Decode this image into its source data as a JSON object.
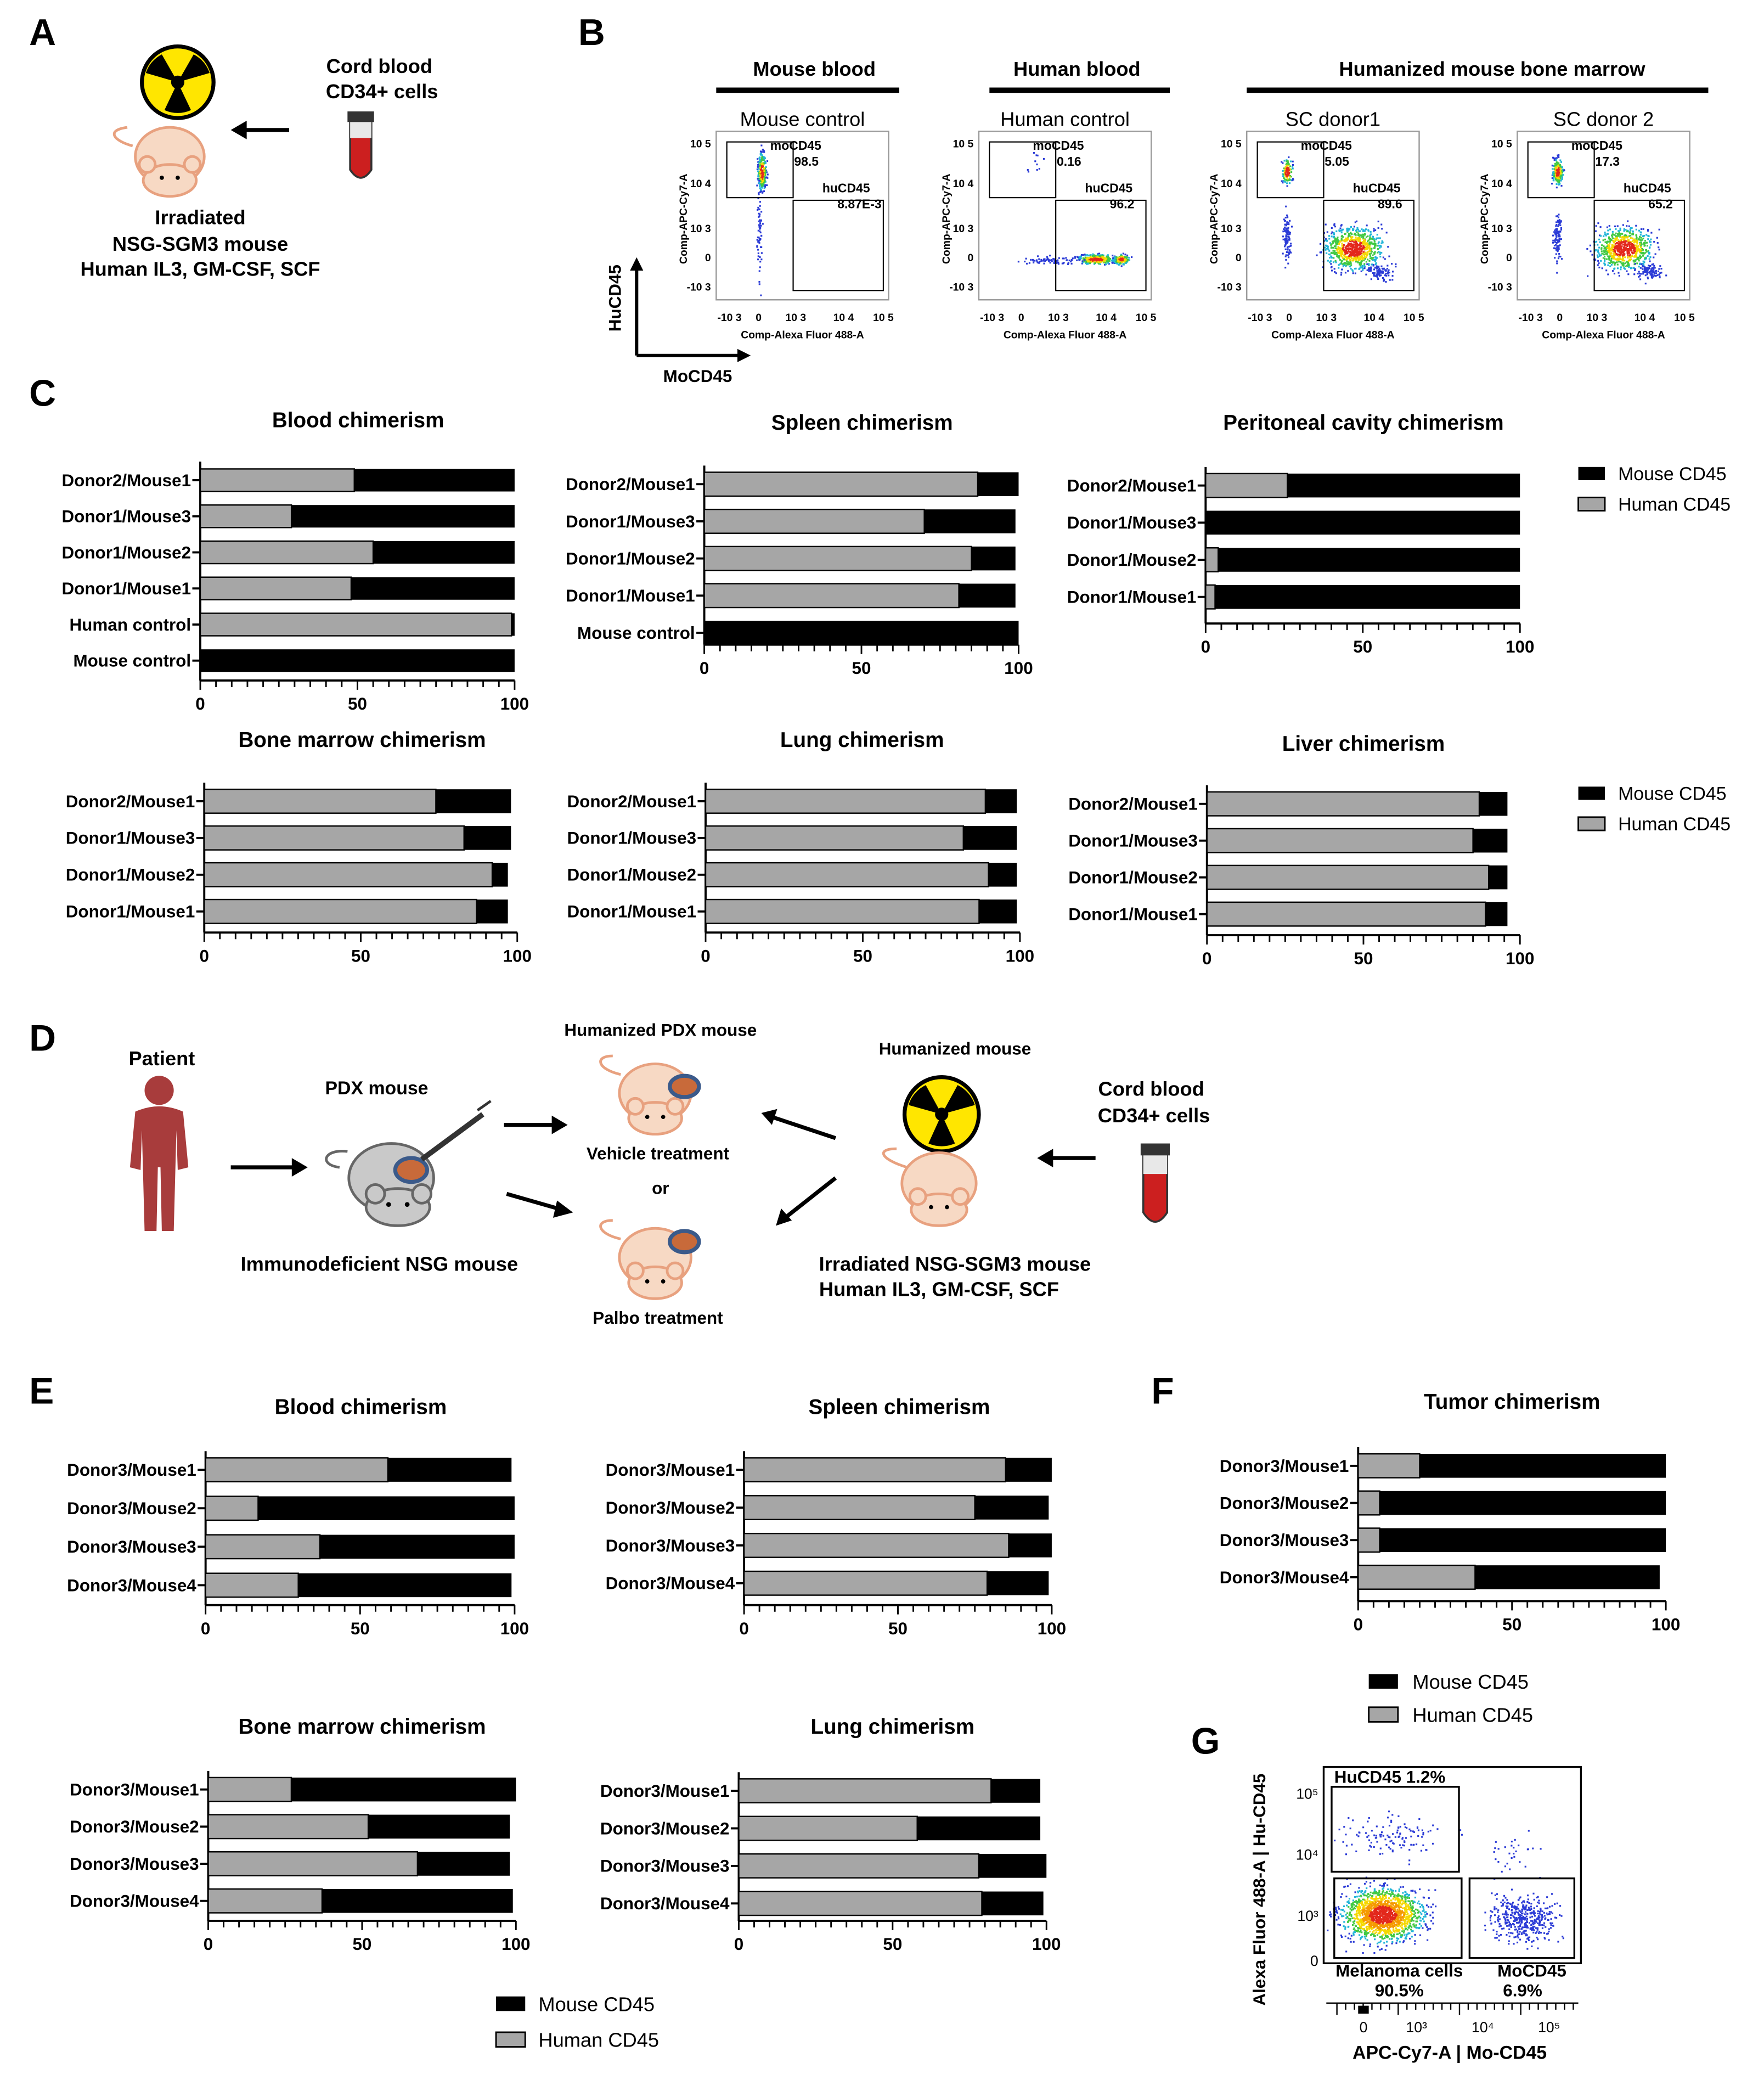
{
  "colors": {
    "human": "#a6a6a6",
    "mouse": "#000000",
    "mouse_skin": "#f7d9c4",
    "cord": "#cc1f1f",
    "patient": "#a83c3c",
    "tumor": "#c86a3a",
    "tumor_ring": "#3b5a8a",
    "gray_mouse": "#c9c9c9"
  },
  "panel_letters": [
    "A",
    "B",
    "C",
    "D",
    "E",
    "F",
    "G"
  ],
  "legend": {
    "mouse": "Mouse CD45",
    "human": "Human CD45"
  },
  "panelA": {
    "source_l1": "Cord blood",
    "source_l2": "CD34+ cells",
    "mouse_l1": "Irradiated",
    "mouse_l2": "NSG-SGM3 mouse",
    "mouse_l3": "Human IL3, GM-CSF, SCF"
  },
  "panelB": {
    "groups": [
      "Mouse blood",
      "Human blood",
      "Humanized mouse bone marrow"
    ],
    "plots": [
      {
        "title": "Mouse control",
        "mo_gate": "moCD45",
        "mo_val": "98.5",
        "hu_gate": "huCD45",
        "hu_val": "8.87E-3",
        "density": 0
      },
      {
        "title": "Human control",
        "mo_gate": "moCD45",
        "mo_val": "0.16",
        "hu_gate": "huCD45",
        "hu_val": "96.2",
        "density": 1
      },
      {
        "title": "SC donor1",
        "mo_gate": "moCD45",
        "mo_val": "5.05",
        "hu_gate": "huCD45",
        "hu_val": "89.6",
        "density": 2
      },
      {
        "title": "SC donor 2",
        "mo_gate": "moCD45",
        "mo_val": "17.3",
        "hu_gate": "huCD45",
        "hu_val": "65.2",
        "density": 2
      }
    ],
    "y_axis_label": "Comp-APC-Cy7-A",
    "x_axis_label": "Comp-Alexa Fluor 488-A",
    "y_ticks": [
      "10 5",
      "10 4",
      "10 3",
      "0",
      "-10 3"
    ],
    "x_ticks": [
      "-10 3",
      "0",
      "10 3",
      "10 4",
      "10 5"
    ],
    "hu_axis": "HuCD45",
    "mo_axis": "MoCD45"
  },
  "chart_data": [
    {
      "type": "bar",
      "id": "C1",
      "title": "Blood chimerism",
      "categories": [
        "Donor2/Mouse1",
        "Donor1/Mouse3",
        "Donor1/Mouse2",
        "Donor1/Mouse1",
        "Human control",
        "Mouse control"
      ],
      "series": [
        {
          "name": "Human CD45",
          "values": [
            49,
            29,
            55,
            48,
            99,
            0
          ]
        },
        {
          "name": "Mouse CD45",
          "values": [
            51,
            71,
            45,
            52,
            1,
            100
          ]
        }
      ],
      "xlim": [
        0,
        100
      ],
      "xticks": [
        "0",
        "50",
        "100"
      ]
    },
    {
      "type": "bar",
      "id": "C2",
      "title": "Spleen chimerism",
      "categories": [
        "Donor2/Mouse1",
        "Donor1/Mouse3",
        "Donor1/Mouse2",
        "Donor1/Mouse1",
        "Mouse control"
      ],
      "series": [
        {
          "name": "Human CD45",
          "values": [
            87,
            70,
            85,
            81,
            0
          ]
        },
        {
          "name": "Mouse CD45",
          "values": [
            13,
            29,
            14,
            18,
            100
          ]
        }
      ],
      "xlim": [
        0,
        100
      ],
      "xticks": [
        "0",
        "50",
        "100"
      ]
    },
    {
      "type": "bar",
      "id": "C3",
      "title": "Peritoneal cavity chimerism",
      "categories": [
        "Donor2/Mouse1",
        "Donor1/Mouse3",
        "Donor1/Mouse2",
        "Donor1/Mouse1"
      ],
      "series": [
        {
          "name": "Human CD45",
          "values": [
            26,
            0,
            4,
            3
          ]
        },
        {
          "name": "Mouse CD45",
          "values": [
            74,
            100,
            96,
            97
          ]
        }
      ],
      "xlim": [
        0,
        100
      ],
      "xticks": [
        "0",
        "50",
        "100"
      ]
    },
    {
      "type": "bar",
      "id": "C4",
      "title": "Bone marrow chimerism",
      "categories": [
        "Donor2/Mouse1",
        "Donor1/Mouse3",
        "Donor1/Mouse2",
        "Donor1/Mouse1"
      ],
      "series": [
        {
          "name": "Human CD45",
          "values": [
            74,
            83,
            92,
            87
          ]
        },
        {
          "name": "Mouse CD45",
          "values": [
            24,
            15,
            5,
            10
          ]
        }
      ],
      "xlim": [
        0,
        100
      ],
      "xticks": [
        "0",
        "50",
        "100"
      ]
    },
    {
      "type": "bar",
      "id": "C5",
      "title": "Lung chimerism",
      "categories": [
        "Donor2/Mouse1",
        "Donor1/Mouse3",
        "Donor1/Mouse2",
        "Donor1/Mouse1"
      ],
      "series": [
        {
          "name": "Human CD45",
          "values": [
            89,
            82,
            90,
            87
          ]
        },
        {
          "name": "Mouse CD45",
          "values": [
            10,
            17,
            9,
            12
          ]
        }
      ],
      "xlim": [
        0,
        100
      ],
      "xticks": [
        "0",
        "50",
        "100"
      ]
    },
    {
      "type": "bar",
      "id": "C6",
      "title": "Liver chimerism",
      "categories": [
        "Donor2/Mouse1",
        "Donor1/Mouse3",
        "Donor1/Mouse2",
        "Donor1/Mouse1"
      ],
      "series": [
        {
          "name": "Human CD45",
          "values": [
            87,
            85,
            90,
            89
          ]
        },
        {
          "name": "Mouse CD45",
          "values": [
            9,
            11,
            6,
            7
          ]
        }
      ],
      "xlim": [
        0,
        100
      ],
      "xticks": [
        "0",
        "50",
        "100"
      ]
    },
    {
      "type": "bar",
      "id": "E1",
      "title": "Blood chimerism",
      "categories": [
        "Donor3/Mouse1",
        "Donor3/Mouse2",
        "Donor3/Mouse3",
        "Donor3/Mouse4"
      ],
      "series": [
        {
          "name": "Human CD45",
          "values": [
            59,
            17,
            37,
            30
          ]
        },
        {
          "name": "Mouse CD45",
          "values": [
            40,
            83,
            63,
            69
          ]
        }
      ],
      "xlim": [
        0,
        100
      ],
      "xticks": [
        "0",
        "50",
        "100"
      ]
    },
    {
      "type": "bar",
      "id": "E2",
      "title": "Spleen chimerism",
      "categories": [
        "Donor3/Mouse1",
        "Donor3/Mouse2",
        "Donor3/Mouse3",
        "Donor3/Mouse4"
      ],
      "series": [
        {
          "name": "Human CD45",
          "values": [
            85,
            75,
            86,
            79
          ]
        },
        {
          "name": "Mouse CD45",
          "values": [
            15,
            24,
            14,
            20
          ]
        }
      ],
      "xlim": [
        0,
        100
      ],
      "xticks": [
        "0",
        "50",
        "100"
      ]
    },
    {
      "type": "bar",
      "id": "E3",
      "title": "Bone marrow chimerism",
      "categories": [
        "Donor3/Mouse1",
        "Donor3/Mouse2",
        "Donor3/Mouse3",
        "Donor3/Mouse4"
      ],
      "series": [
        {
          "name": "Human CD45",
          "values": [
            27,
            52,
            68,
            37
          ]
        },
        {
          "name": "Mouse CD45",
          "values": [
            73,
            46,
            30,
            62
          ]
        }
      ],
      "xlim": [
        0,
        100
      ],
      "xticks": [
        "0",
        "50",
        "100"
      ]
    },
    {
      "type": "bar",
      "id": "E4",
      "title": "Lung chimerism",
      "categories": [
        "Donor3/Mouse1",
        "Donor3/Mouse2",
        "Donor3/Mouse3",
        "Donor3/Mouse4"
      ],
      "series": [
        {
          "name": "Human CD45",
          "values": [
            82,
            58,
            78,
            79
          ]
        },
        {
          "name": "Mouse CD45",
          "values": [
            16,
            40,
            22,
            20
          ]
        }
      ],
      "xlim": [
        0,
        100
      ],
      "xticks": [
        "0",
        "50",
        "100"
      ]
    },
    {
      "type": "bar",
      "id": "F1",
      "title": "Tumor chimerism",
      "categories": [
        "Donor3/Mouse1",
        "Donor3/Mouse2",
        "Donor3/Mouse3",
        "Donor3/Mouse4"
      ],
      "series": [
        {
          "name": "Human CD45",
          "values": [
            20,
            7,
            7,
            38
          ]
        },
        {
          "name": "Mouse CD45",
          "values": [
            80,
            93,
            93,
            60
          ]
        }
      ],
      "xlim": [
        0,
        100
      ],
      "xticks": [
        "0",
        "50",
        "100"
      ]
    }
  ],
  "panelD": {
    "patient": "Patient",
    "pdx": "PDX mouse",
    "nsg": "Immunodeficient NSG mouse",
    "hum_pdx": "Humanized PDX mouse",
    "vehicle": "Vehicle treatment",
    "or": "or",
    "palbo": "Palbo treatment",
    "hum_mouse": "Humanized mouse",
    "source_l1": "Cord blood",
    "source_l2": "CD34+ cells",
    "irr_l1": "Irradiated NSG-SGM3 mouse",
    "irr_l2": "Human IL3, GM-CSF, SCF"
  },
  "panelG": {
    "hu_label": "HuCD45  1.2%",
    "mel_label": "Melanoma cells",
    "mel_val": "90.5%",
    "mo_label": "MoCD45",
    "mo_val": "6.9%",
    "y_axis": "Alexa Fluor 488-A | Hu-CD45",
    "x_axis": "APC-Cy7-A | Mo-CD45",
    "y_ticks": [
      "10⁵",
      "10⁴",
      "10³",
      "0"
    ],
    "x_ticks": [
      "0",
      "10³",
      "10⁴",
      "10⁵"
    ]
  }
}
